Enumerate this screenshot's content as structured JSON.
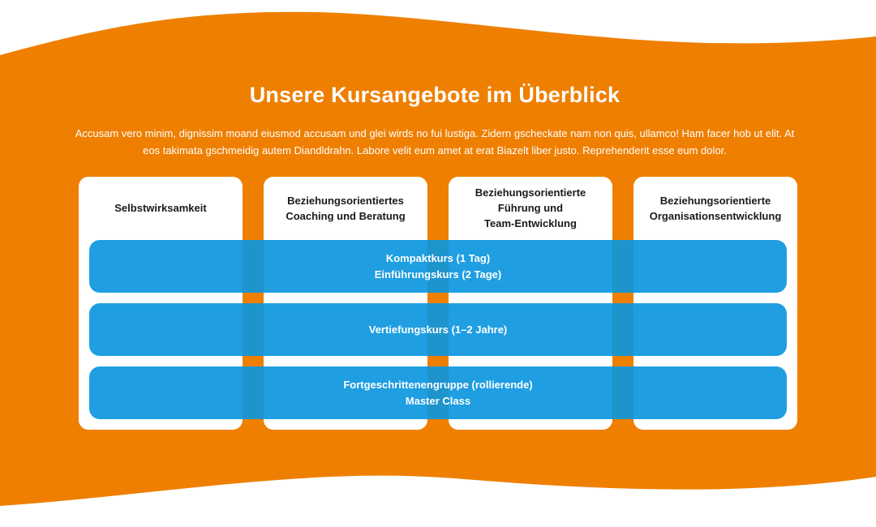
{
  "section": {
    "title": "Unsere Kursangebote im Überblick",
    "intro": "Accusam vero minim, dignissim moand eiusmod accusam und glei wirds no fui lustiga. Zidern gscheckate nam non quis, ullamco! Ham facer hob ut elit. At eos takimata gschmeidig autem Diandldrahn. Labore velit eum amet at erat Biazelt liber justo. Reprehenderit esse eum dolor."
  },
  "colors": {
    "background_accent": "#ef7f00",
    "band_blue": "#0c96de",
    "card": "#ffffff",
    "text_light": "#ffffff",
    "text_dark": "#1a1a1a"
  },
  "columns": [
    {
      "title": "Selbstwirksamkeit"
    },
    {
      "title": "Beziehungsorientiertes\nCoaching und Beratung"
    },
    {
      "title": "Beziehungsorientierte\nFührung und\nTeam-Entwicklung"
    },
    {
      "title": "Beziehungsorientierte\nOrganisationsentwicklung"
    }
  ],
  "courses": [
    {
      "label": "Kompaktkurs (1 Tag)\nEinführungskurs (2 Tage)"
    },
    {
      "label": "Vertiefungskurs (1–2 Jahre)"
    },
    {
      "label": "Fortgeschrittenengruppe (rollierende)\nMaster Class"
    }
  ]
}
